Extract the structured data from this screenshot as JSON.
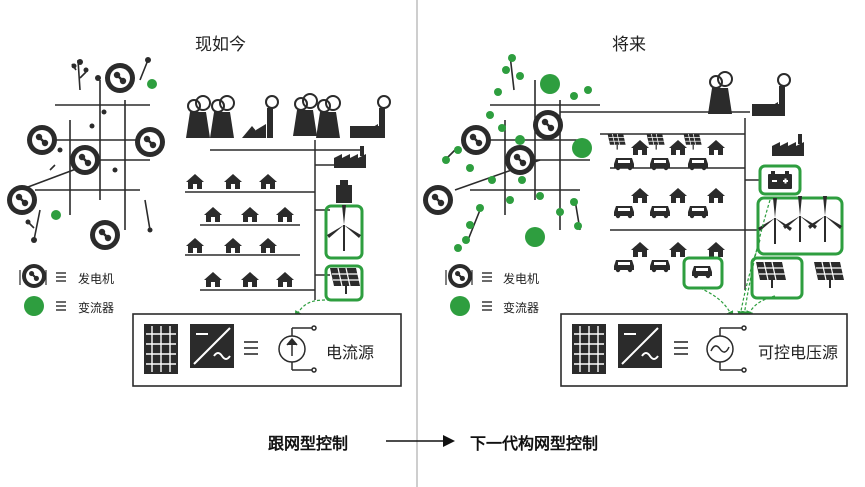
{
  "left": {
    "title": "现如今",
    "legend": {
      "generator": "发电机",
      "converter": "变流器"
    },
    "box_label": "电流源"
  },
  "right": {
    "title": "将来",
    "legend": {
      "generator": "发电机",
      "converter": "变流器"
    },
    "box_label": "可控电压源"
  },
  "bottom": {
    "from": "跟网型控制",
    "to": "下一代构网型控制"
  },
  "colors": {
    "green": "#2e9e3f",
    "dark": "#2b2b2b",
    "divider": "#bdbdbd"
  }
}
